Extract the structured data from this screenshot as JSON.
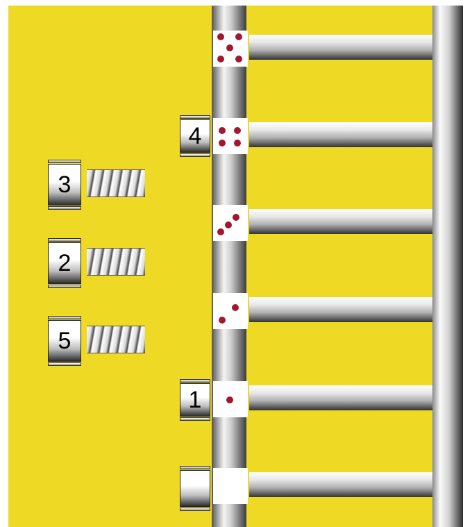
{
  "colors": {
    "board": "#eed925",
    "pip": "#a3172e"
  },
  "ladder_pieces": [
    {
      "label": "4",
      "slot_dice": 4
    },
    {
      "label": "1",
      "slot_dice": 1
    },
    {
      "label": "",
      "slot_dice": 0
    }
  ],
  "bolt_pieces": [
    {
      "label": "3"
    },
    {
      "label": "2"
    },
    {
      "label": "5"
    }
  ],
  "dice_slots": [
    5,
    4,
    3,
    2,
    1,
    0
  ]
}
